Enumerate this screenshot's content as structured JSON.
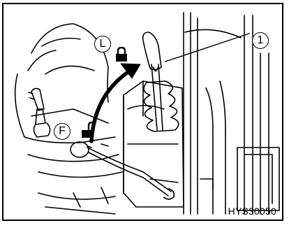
{
  "figure": {
    "code": "HYS30050",
    "callouts": {
      "item_number": "1",
      "lock_position": "L",
      "free_position": "F"
    },
    "icons": {
      "lock_closed": "padlock-closed-icon",
      "lock_open": "padlock-open-icon",
      "direction": "curved-arrow-icon"
    },
    "colors": {
      "line": "#000000",
      "background": "#ffffff"
    }
  }
}
